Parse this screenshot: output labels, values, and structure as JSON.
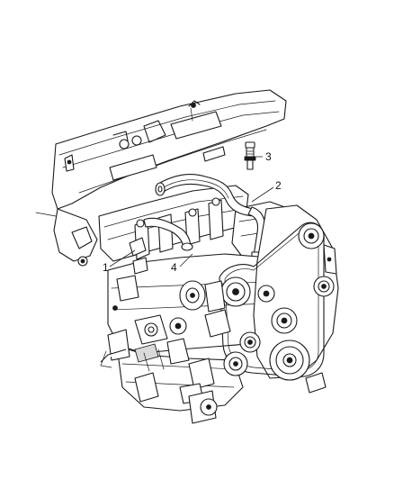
{
  "diagram": {
    "callouts": [
      {
        "id": "1",
        "label": "1"
      },
      {
        "id": "2",
        "label": "2"
      },
      {
        "id": "3",
        "label": "3"
      },
      {
        "id": "4",
        "label": "4"
      }
    ],
    "colors": {
      "ink": "#1a1a1a",
      "paper": "#ffffff"
    }
  }
}
